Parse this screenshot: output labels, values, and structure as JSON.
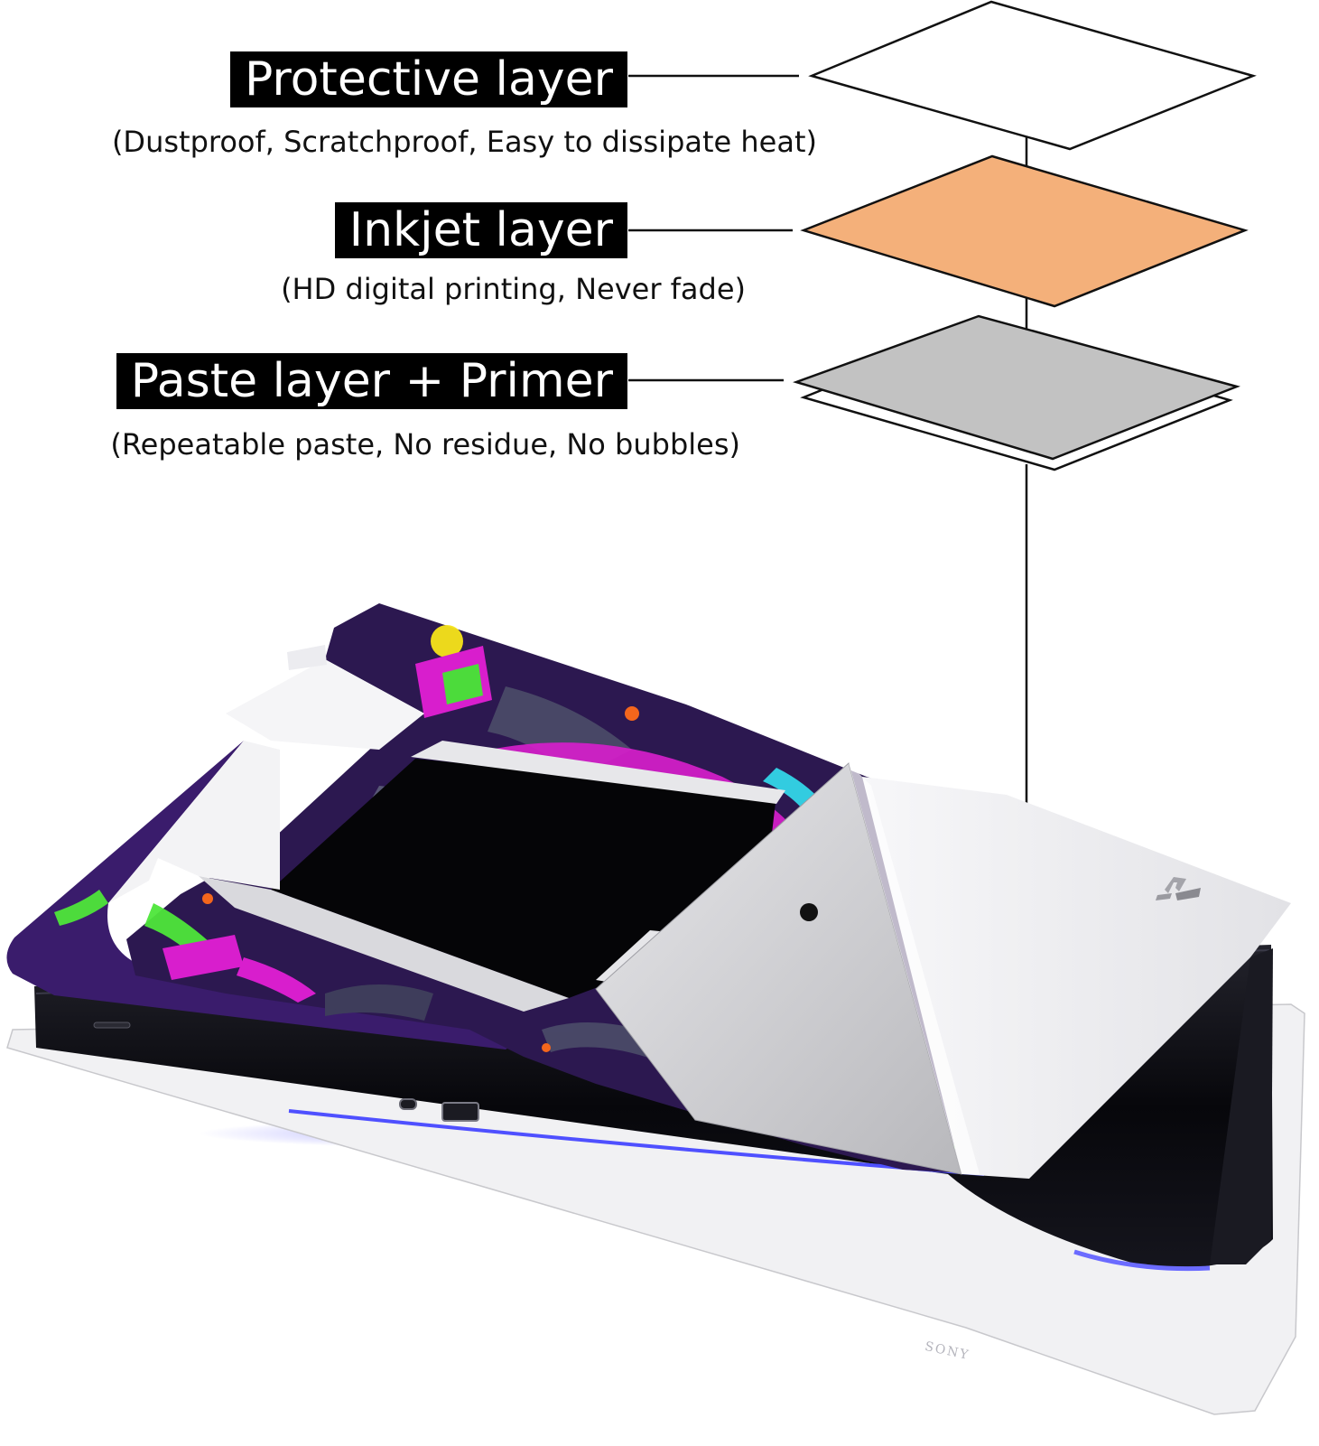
{
  "layers": [
    {
      "id": "protective",
      "title": "Protective layer",
      "subtitle": "(Dustproof, Scratchproof, Easy to dissipate heat)",
      "fill": "#ffffff"
    },
    {
      "id": "inkjet",
      "title": "Inkjet layer",
      "subtitle": "(HD digital printing, Never fade)",
      "fill": "#f4b07a"
    },
    {
      "id": "paste",
      "title": "Paste layer + Primer",
      "subtitle": "(Repeatable paste, No residue, No bubbles)",
      "fill": "#c2c2c2"
    }
  ],
  "console": {
    "brand_text": "SONY"
  },
  "colors": {
    "label_bg": "#000000",
    "label_text": "#ffffff",
    "line": "#111111",
    "skin_purple": "#3a1c6c",
    "skin_magenta": "#e21fd4",
    "skin_green": "#4ee63a",
    "console_body": "#0c0c12",
    "console_white": "#f1f1f3",
    "led_blue": "#3b3cff"
  }
}
